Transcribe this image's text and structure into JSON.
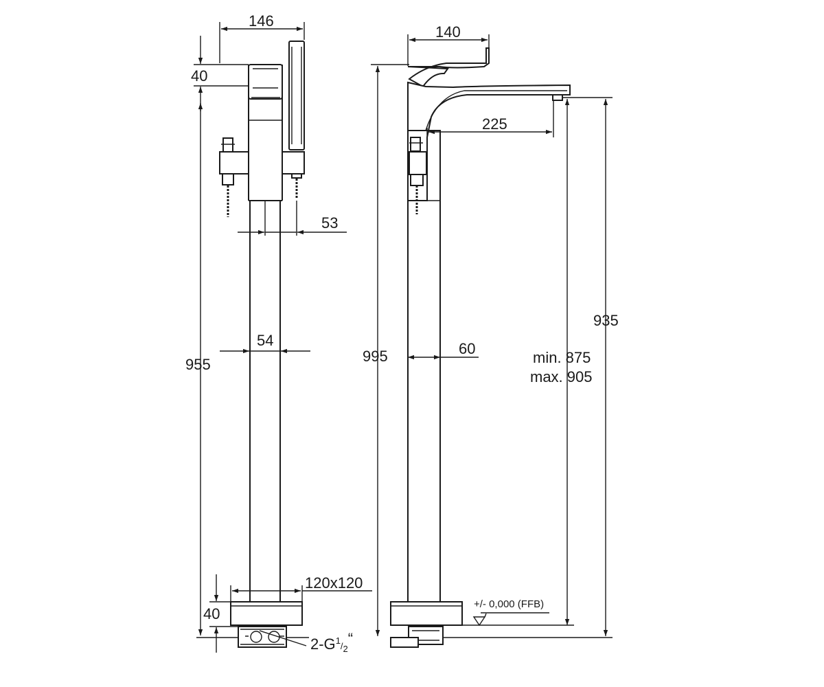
{
  "dimensions": {
    "front": {
      "total_width": "146",
      "handle_height": "40",
      "outlet_offset": "53",
      "column_width": "54",
      "total_height": "955",
      "base_size": "120x120",
      "base_height": "40",
      "connection": "2-G",
      "connection_fraction_num": "1",
      "connection_fraction_den": "2",
      "connection_suffix": "“"
    },
    "side": {
      "lever_length": "140",
      "spout_reach": "225",
      "total_height": "995",
      "column_width": "60",
      "spout_height": "935",
      "spout_min": "min. 875",
      "spout_max": "max. 905",
      "floor_level": "+/- 0,000 (FFB)"
    }
  }
}
